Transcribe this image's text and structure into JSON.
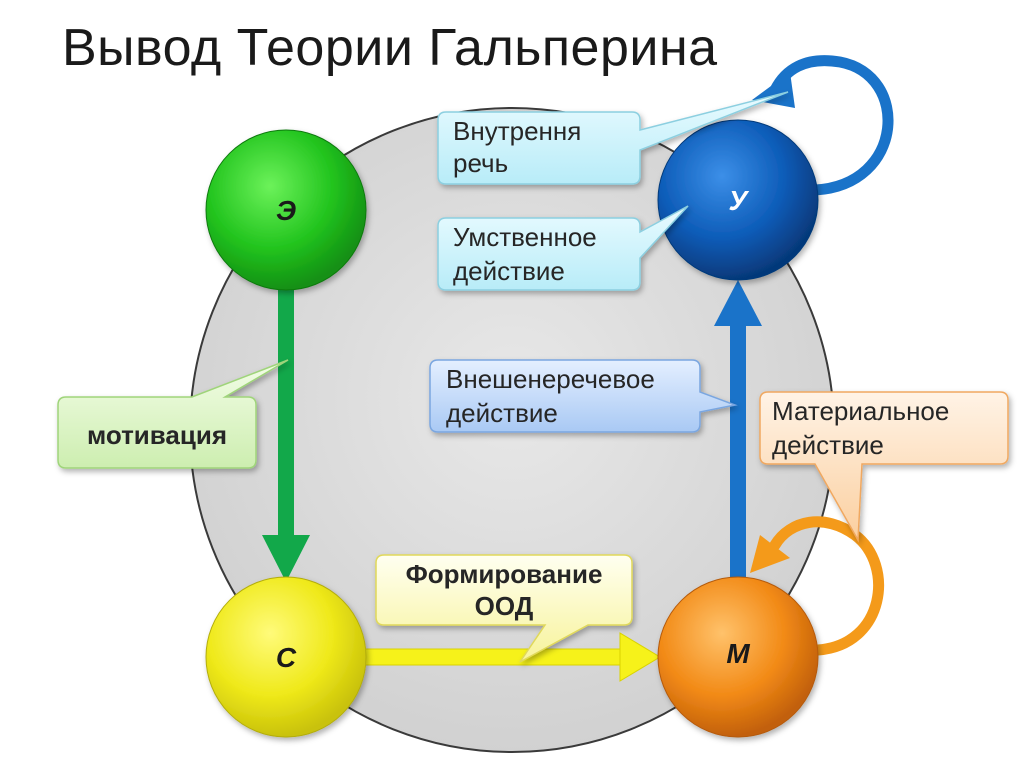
{
  "title": "Вывод Теории Гальперина",
  "nodes": {
    "e": {
      "label": "Э",
      "color": "#22c41e"
    },
    "s": {
      "label": "С",
      "color": "#f3ee1a"
    },
    "u": {
      "label": "У",
      "color": "#0d5cb8"
    },
    "m": {
      "label": "М",
      "color": "#f28a16"
    }
  },
  "callouts": {
    "inner_speech": {
      "line1": "Внутрення",
      "line2": "речь"
    },
    "mental_action": {
      "line1": "Умственное",
      "line2": "действие"
    },
    "external_speech": {
      "line1": "Внешенеречевое",
      "line2": "действие"
    },
    "material_action": {
      "line1": "Материальное",
      "line2": "действие"
    },
    "motivation": {
      "line1": "мотивация"
    },
    "ood": {
      "line1": "Формирование",
      "line2": "ООД"
    }
  },
  "colors": {
    "green_arrow": "#12a84a",
    "yellow_arrow": "#f6f21a",
    "blue_arrow": "#1a73c9",
    "orange_arrow": "#f49a1a",
    "background_circle": "#d8d8d8"
  }
}
